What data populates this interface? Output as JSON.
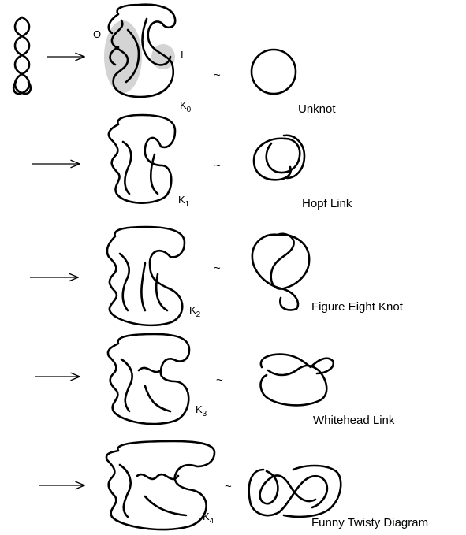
{
  "regions": {
    "outer_label": "O",
    "inner_label": "I",
    "region_color": "#d4d4d4"
  },
  "rows": [
    {
      "knot_letter": "K",
      "knot_index": "0",
      "result": "Unknot"
    },
    {
      "knot_letter": "K",
      "knot_index": "1",
      "result": "Hopf Link"
    },
    {
      "knot_letter": "K",
      "knot_index": "2",
      "result": "Figure Eight Knot"
    },
    {
      "knot_letter": "K",
      "knot_index": "3",
      "result": "Whitehead Link"
    },
    {
      "knot_letter": "K",
      "knot_index": "4",
      "result": "Funny Twisty Diagram"
    }
  ],
  "equivalence_symbol": "~",
  "arrow_icon": "right-arrow-icon"
}
